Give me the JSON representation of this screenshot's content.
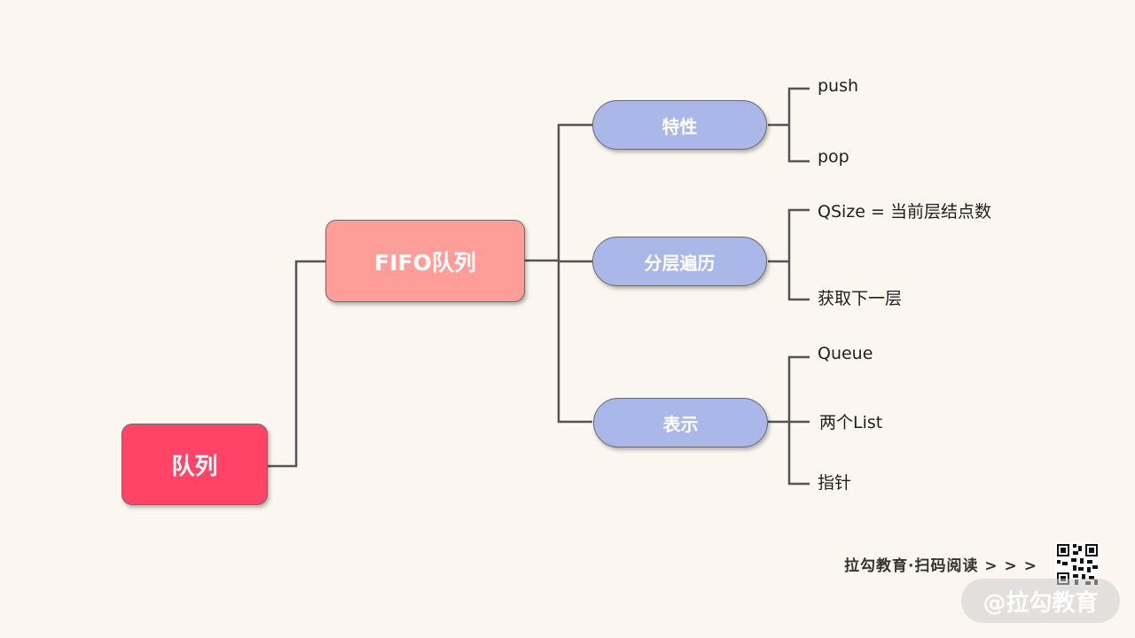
{
  "colors": {
    "root": "#ff4468",
    "mid": "#ff9d98",
    "pill": "#a9b8e8",
    "line": "#555555"
  },
  "diagram": {
    "root": {
      "label": "队列"
    },
    "mid": {
      "label": "FIFO队列"
    },
    "branches": [
      {
        "label": "特性",
        "leaves": [
          "push",
          "pop"
        ]
      },
      {
        "label": "分层遍历",
        "leaves": [
          "QSize = 当前层结点数",
          "获取下一层"
        ]
      },
      {
        "label": "表示",
        "leaves": [
          "Queue",
          "两个List",
          "指针"
        ]
      }
    ]
  },
  "footer": {
    "brand": "拉勾教育·扫码阅读 > > >",
    "watermark": "@拉勾教育",
    "qr_icon": "qr-code-icon"
  }
}
